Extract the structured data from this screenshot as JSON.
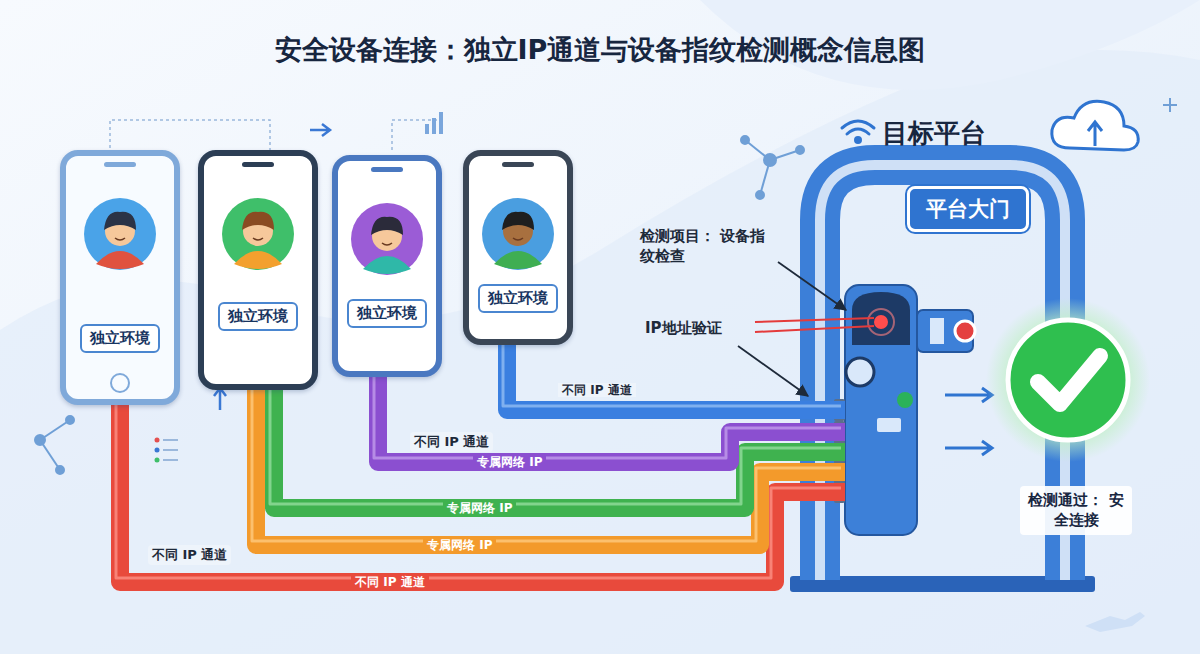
{
  "diagram": {
    "title": "安全设备连接：独立IP通道与设备指纹检测概念信息图",
    "nodes": [
      {
        "text": [
          "独立环境"
        ]
      },
      {
        "text": [
          "独立环境"
        ]
      },
      {
        "text": [
          "独立环境"
        ]
      },
      {
        "text": [
          "独立环境"
        ]
      },
      {
        "text": [
          "平台大门"
        ]
      }
    ],
    "edges": [
      {
        "from": 0,
        "to": 4,
        "arrow": "none",
        "label": "不同 IP 通道"
      },
      {
        "from": 1,
        "to": 4,
        "arrow": "none",
        "label": "专属网络 IP"
      },
      {
        "from": 1,
        "to": 4,
        "arrow": "none",
        "label": "专属网络 IP"
      },
      {
        "from": 2,
        "to": 4,
        "arrow": "none",
        "label": "专属网络 IP"
      },
      {
        "from": 3,
        "to": 4,
        "arrow": "none",
        "label": "不同 IP 通道"
      }
    ],
    "labels": [
      "目标平台",
      "检测项目： 设备指纹检查",
      "IP地址验证",
      "不同 IP 通道",
      "不同 IP 通道",
      "检测通过： 安全连接"
    ]
  }
}
